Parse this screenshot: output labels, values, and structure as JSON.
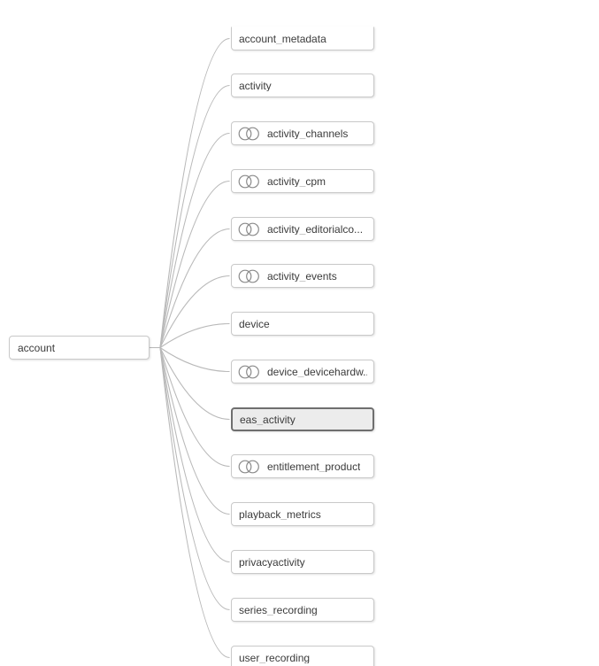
{
  "diagram": {
    "root": {
      "label": "account"
    },
    "nodes": [
      {
        "label": "account_metadata",
        "icon": false,
        "selected": false
      },
      {
        "label": "activity",
        "icon": false,
        "selected": false
      },
      {
        "label": "activity_channels",
        "icon": true,
        "selected": false
      },
      {
        "label": "activity_cpm",
        "icon": true,
        "selected": false
      },
      {
        "label": "activity_editorialco...",
        "icon": true,
        "selected": false
      },
      {
        "label": "activity_events",
        "icon": true,
        "selected": false
      },
      {
        "label": "device",
        "icon": false,
        "selected": false
      },
      {
        "label": "device_devicehardw...",
        "icon": true,
        "selected": false
      },
      {
        "label": "eas_activity",
        "icon": false,
        "selected": true
      },
      {
        "label": "entitlement_product",
        "icon": true,
        "selected": false
      },
      {
        "label": "playback_metrics",
        "icon": false,
        "selected": false
      },
      {
        "label": "privacyactivity",
        "icon": false,
        "selected": false
      },
      {
        "label": "series_recording",
        "icon": false,
        "selected": false
      },
      {
        "label": "user_recording",
        "icon": false,
        "selected": false
      }
    ],
    "colors": {
      "node_border": "#c9c9c9",
      "node_background": "#ffffff",
      "selected_border": "#6f6f6f",
      "selected_background": "#ececec",
      "connector": "#b9b9b9",
      "label_text": "#3b3b3b",
      "icon_stroke": "#8a8a8a"
    },
    "icon_name": "venn-circles-icon"
  }
}
